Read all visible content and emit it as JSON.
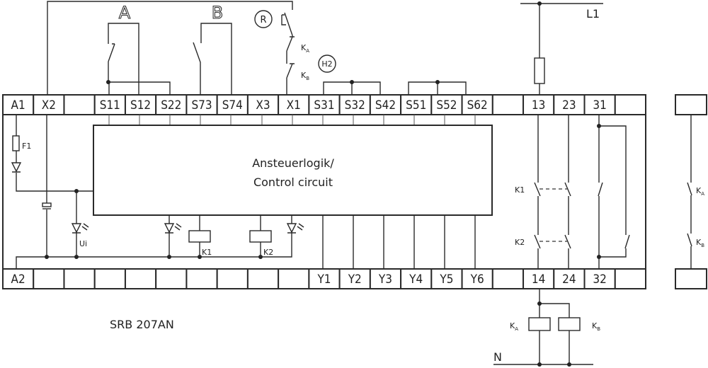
{
  "device": {
    "model": "SRB 207AN",
    "control_block": {
      "line1": "Ansteuerlogik/",
      "line2": "Control circuit"
    }
  },
  "terminals": {
    "top": [
      "A1",
      "X2",
      "",
      "S11",
      "S12",
      "S22",
      "S73",
      "S74",
      "X3",
      "X1",
      "S31",
      "S32",
      "S42",
      "S51",
      "S52",
      "S62",
      "",
      "13",
      "23",
      "31",
      ""
    ],
    "bottom": [
      "A2",
      "",
      "",
      "",
      "",
      "",
      "",
      "",
      "",
      "",
      "Y1",
      "Y2",
      "Y3",
      "Y4",
      "Y5",
      "Y6",
      "",
      "14",
      "24",
      "32",
      ""
    ]
  },
  "labels": {
    "switch_a": "A",
    "switch_b": "B",
    "reset": "R",
    "h2": "H2",
    "fuse": "F1",
    "led_ui": "Ui",
    "relay_k1": "K1",
    "relay_k2": "K2",
    "contact_k1": "K1",
    "contact_k2": "K2",
    "ka": "K",
    "ka_sub": "A",
    "kb": "K",
    "kb_sub": "B",
    "line_l1": "L1",
    "line_n": "N"
  }
}
